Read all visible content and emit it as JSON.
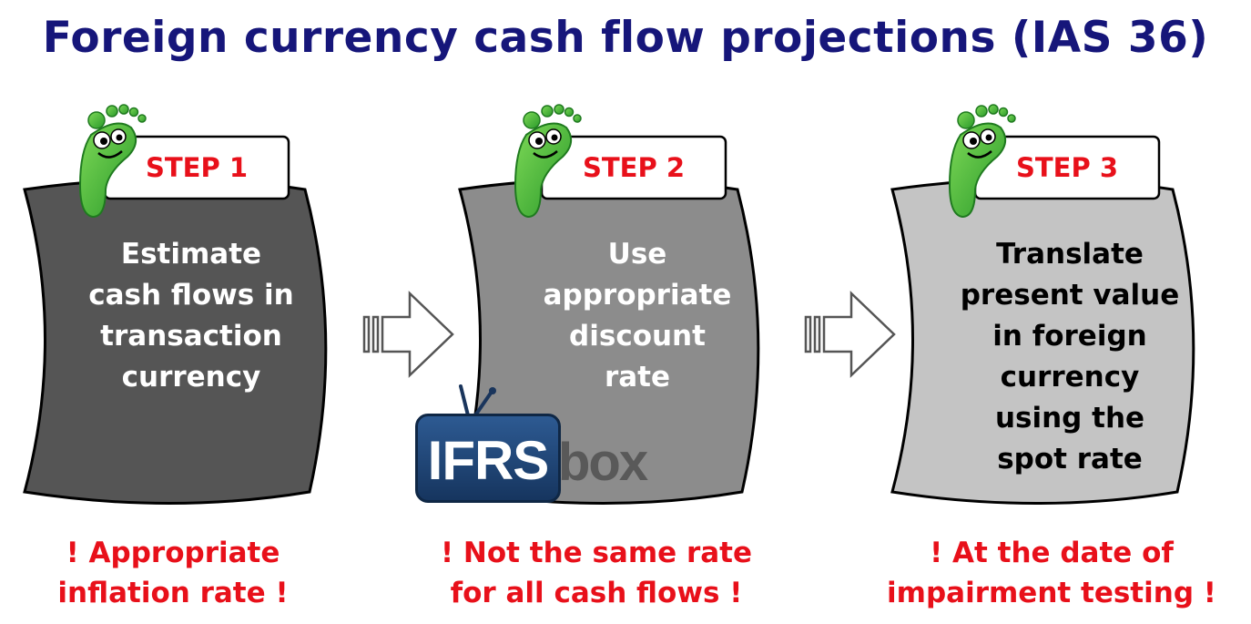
{
  "title": "Foreign currency cash flow projections (IAS 36)",
  "steps": [
    {
      "badge": "STEP 1",
      "text": "Estimate\ncash flows in\ntransaction\ncurrency",
      "note": "! Appropriate\ninflation rate !",
      "fill": "#555555",
      "text_color": "#ffffff"
    },
    {
      "badge": "STEP 2",
      "text": "Use\nappropriate\ndiscount\nrate",
      "note": "! Not the same rate\nfor all cash flows !",
      "fill": "#8c8c8c",
      "text_color": "#ffffff"
    },
    {
      "badge": "STEP 3",
      "text": "Translate\npresent value\nin foreign\ncurrency\nusing the\nspot rate",
      "note": "! At the date of\nimpairment testing !",
      "fill": "#c4c4c4",
      "text_color": "#000000"
    }
  ],
  "logo": {
    "part1": "IFRS",
    "part2": "box"
  },
  "colors": {
    "title": "#16167a",
    "note": "#e8101a",
    "badge_text": "#e8101a",
    "foot": "#33b233"
  },
  "icons": [
    "foot-mascot-icon",
    "arrow-right-icon",
    "tv-antenna-icon"
  ]
}
